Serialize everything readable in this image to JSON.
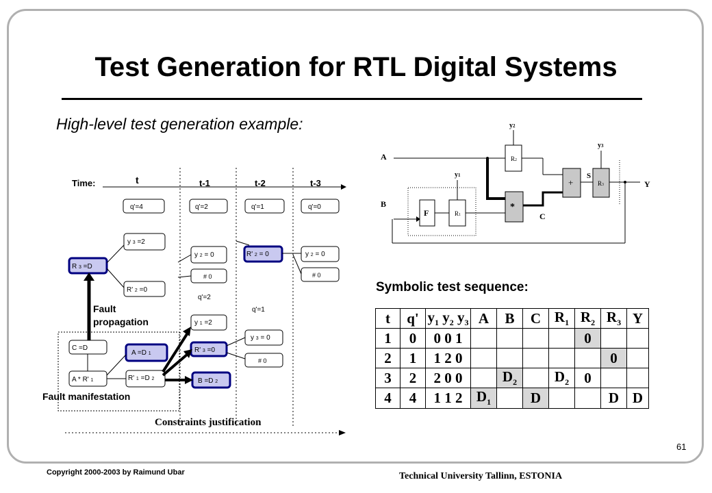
{
  "slide": {
    "title": "Test Generation for RTL Digital Systems",
    "subtitle": "High-level test generation example:",
    "sequence_title": "Symbolic test sequence:",
    "page_number": "61",
    "copyright": "Copyright  2000-2003  by  Raimund  Ubar",
    "institution": "Technical University Tallinn, ESTONIA"
  },
  "left_diagram": {
    "time_label": "Time:",
    "time_steps": [
      "t",
      "t-1",
      "t-2",
      "t-3"
    ],
    "q_nodes": [
      "q'=4",
      "q'=2",
      "q'=1",
      "q'=0"
    ],
    "fault_propagation": [
      "Fault",
      "propagation"
    ],
    "fault_manifestation": "Fault manifestation",
    "constraints": "Constraints justification",
    "mid_q": [
      "q'=2",
      "q'=1"
    ],
    "hash_zero": "# 0"
  },
  "circuit": {
    "inputs": [
      "A",
      "B"
    ],
    "outputs": [
      "Y"
    ],
    "c_label": "C",
    "s_label": "S",
    "y_labels": [
      "y2",
      "y1",
      "y3"
    ],
    "blocks": [
      "F",
      "R1",
      "R2",
      "R3",
      "+",
      "*"
    ]
  },
  "table": {
    "headers": [
      "t",
      "q'",
      "y1 y2 y3",
      "A",
      "B",
      "C",
      "R1",
      "R2",
      "R3",
      "Y"
    ],
    "rows": [
      [
        "1",
        "0",
        "0 0 1",
        "",
        "",
        "",
        "",
        "0",
        "",
        ""
      ],
      [
        "2",
        "1",
        "1 2 0",
        "",
        "",
        "",
        "",
        "",
        "0",
        ""
      ],
      [
        "3",
        "2",
        "2 0 0",
        "",
        "D2",
        "",
        "D2",
        "0",
        "",
        ""
      ],
      [
        "4",
        "4",
        "1 1 2",
        "D1",
        "",
        "D",
        "",
        "",
        "D",
        "D"
      ]
    ]
  },
  "colors": {
    "highlight_fill": "#c9c9f0",
    "highlight_stroke": "#000080",
    "table_shade": "#d8d8d8",
    "frame": "#b0b0b0"
  }
}
